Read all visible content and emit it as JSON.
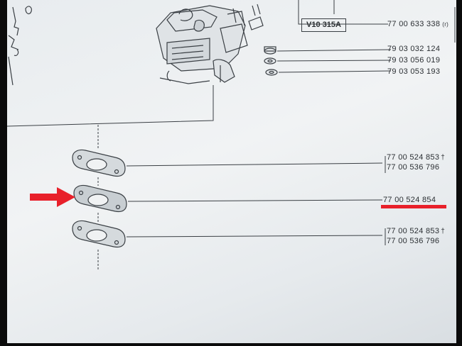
{
  "colors": {
    "paper": "#eef0f2",
    "ink": "#2b2f33",
    "highlight": "#e8202a"
  },
  "parts": {
    "tool_ref": "V10 315A",
    "carb_kit": "77 00 633 338",
    "carb_kit_suffix": "(r)",
    "nut": "79 03 032 124",
    "washer_a": "79 03 056 019",
    "washer_b": "79 03 053 193",
    "gasket_top_1": "77 00 524 853",
    "gasket_top_2": "77 00 536 796",
    "gasket_mid": "77 00 524 854",
    "gasket_bottom_1": "77 00 524 853",
    "gasket_bottom_2": "77 00 536 796",
    "dagger": "†"
  },
  "icons": {
    "arrow": "red-arrow-icon",
    "gasket": "flange-gasket-icon",
    "carburettor": "carburettor-drawing-icon"
  }
}
